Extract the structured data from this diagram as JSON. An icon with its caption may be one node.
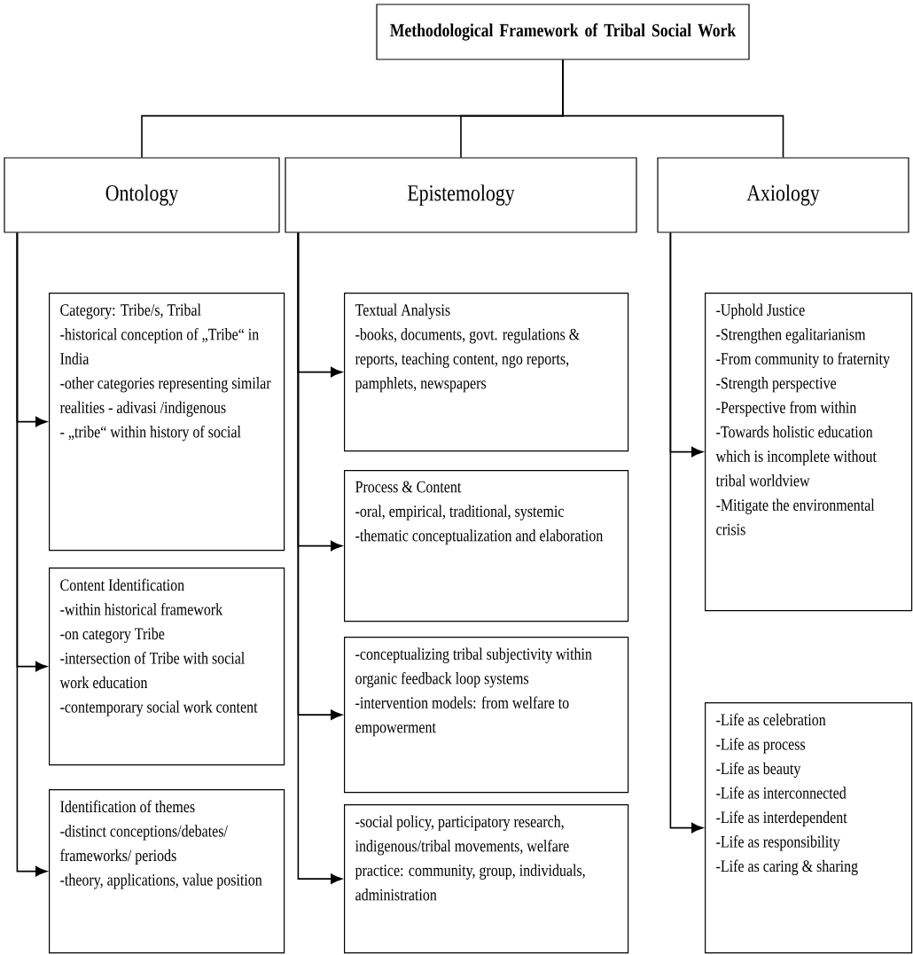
{
  "diagram": {
    "nodes": [
      {
        "text": [
          "Methodological Framework of Tribal Social Work"
        ]
      },
      {
        "text": [
          "Ontology"
        ]
      },
      {
        "text": [
          "Epistemology"
        ]
      },
      {
        "text": [
          "Axiology"
        ]
      },
      {
        "text": [
          "Category: Tribe/s,  Tribal",
          "-historical conception of „Tribe“ in India",
          "-other categories representing similar realities - adivasi /indigenous",
          "- „tribe“ within history of social"
        ]
      },
      {
        "text": [
          "Content Identification",
          "-within historical framework",
          "-on category Tribe",
          "-intersection of Tribe with social work education",
          "-contemporary social work content"
        ]
      },
      {
        "text": [
          "Identification of themes",
          "-distinct conceptions/debates/ frameworks/ periods",
          "-theory, applications, value position"
        ]
      },
      {
        "text": [
          "Textual Analysis",
          "-books, documents, govt. regulations & reports, teaching content, ngo reports, pamphlets, newspapers"
        ]
      },
      {
        "text": [
          "Process & Content",
          "-oral, empirical, traditional, systemic",
          "-thematic conceptualization  and elaboration"
        ]
      },
      {
        "text": [
          "-conceptualizing tribal subjectivity within organic feedback loop systems",
          "-intervention models: from welfare to empowerment"
        ]
      },
      {
        "text": [
          "-social policy, participatory research, indigenous/tribal movements, welfare practice: community, group, individuals, administration"
        ]
      },
      {
        "text": [
          "-Uphold Justice",
          "-Strengthen egalitarianism",
          "-From community to fraternity",
          "-Strength perspective",
          "-Perspective from within",
          "-Towards holistic education which is incomplete without tribal worldview",
          "-Mitigate the environmental crisis"
        ]
      },
      {
        "text": [
          "-Life as celebration",
          "-Life as process",
          "-Life as beauty",
          "-Life as interconnected",
          "-Life as interdependent",
          "-Life as responsibility",
          "-Life as caring & sharing"
        ]
      }
    ],
    "edges": [
      {
        "from": 0,
        "to": 1,
        "arrow": "none"
      },
      {
        "from": 0,
        "to": 2,
        "arrow": "none"
      },
      {
        "from": 0,
        "to": 3,
        "arrow": "none"
      },
      {
        "from": 1,
        "to": 4,
        "arrow": "to"
      },
      {
        "from": 1,
        "to": 5,
        "arrow": "to"
      },
      {
        "from": 1,
        "to": 6,
        "arrow": "to"
      },
      {
        "from": 2,
        "to": 7,
        "arrow": "to"
      },
      {
        "from": 2,
        "to": 8,
        "arrow": "to"
      },
      {
        "from": 2,
        "to": 9,
        "arrow": "to"
      },
      {
        "from": 2,
        "to": 10,
        "arrow": "to"
      },
      {
        "from": 3,
        "to": 11,
        "arrow": "to"
      },
      {
        "from": 3,
        "to": 12,
        "arrow": "to"
      }
    ]
  }
}
